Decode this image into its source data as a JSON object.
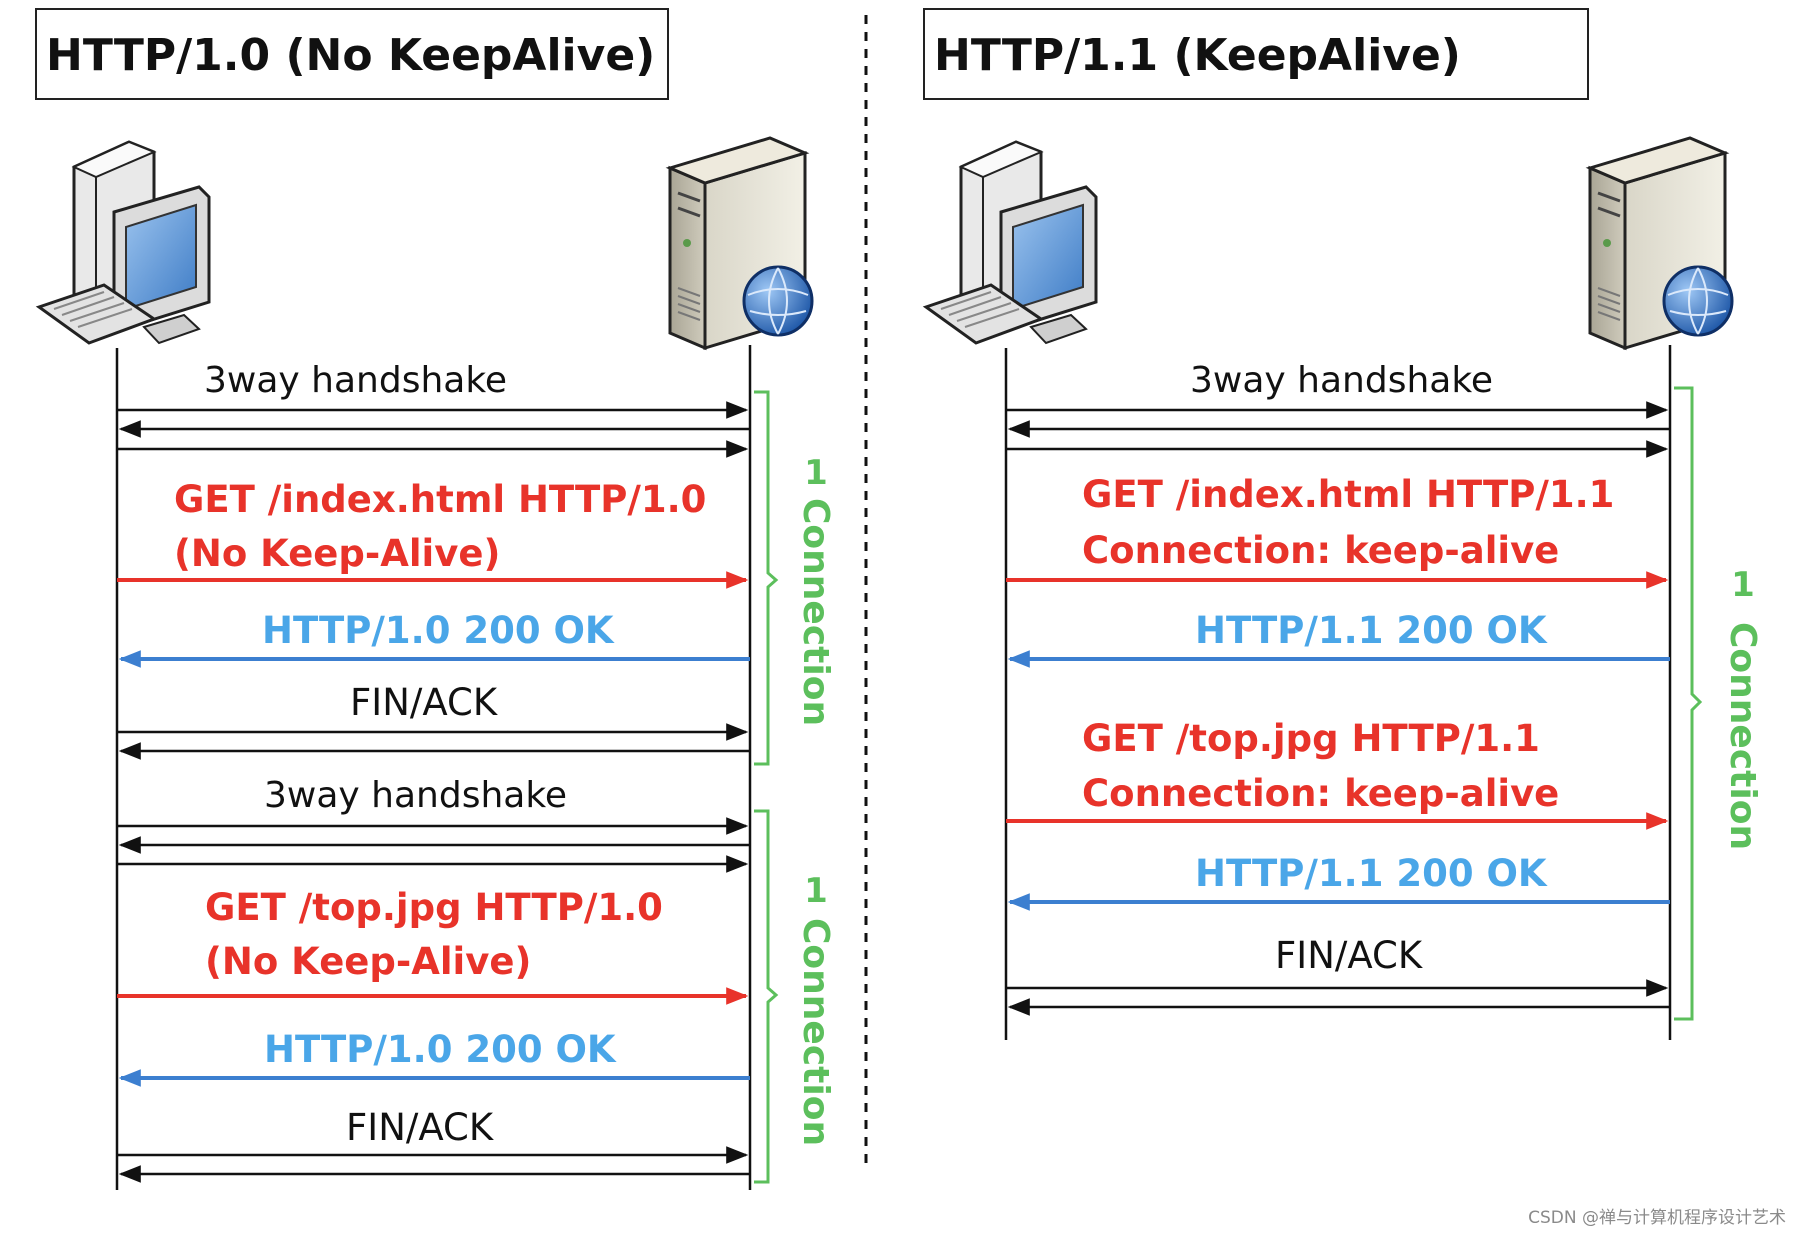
{
  "left": {
    "title": "HTTP/1.0 (No  KeepAlive)",
    "handshake_1": "3way handshake",
    "get_1_line1": "GET /index.html HTTP/1.0",
    "get_1_line2": "(No Keep-Alive)",
    "response_1": "HTTP/1.0  200  OK",
    "fin_1": "FIN/ACK",
    "handshake_2": "3way handshake",
    "get_2_line1": "GET /top.jpg HTTP/1.0",
    "get_2_line2": "(No Keep-Alive)",
    "response_2": "HTTP/1.0  200  OK",
    "fin_2": "FIN/ACK",
    "connection_1_num": "1",
    "connection_1_word": "Connection",
    "connection_2_num": "1",
    "connection_2_word": "Connection"
  },
  "right": {
    "title": "HTTP/1.1 (KeepAlive)",
    "handshake": "3way handshake",
    "get_1_line1": "GET /index.html HTTP/1.1",
    "get_1_line2": "Connection: keep-alive",
    "response_1": "HTTP/1.1  200  OK",
    "get_2_line1": "GET /top.jpg HTTP/1.1",
    "get_2_line2": "Connection: keep-alive",
    "response_2": "HTTP/1.1  200  OK",
    "fin": "FIN/ACK",
    "connection_num": "1",
    "connection_word": "Connection"
  },
  "icons": {
    "client": "desktop-computer-icon",
    "server": "web-server-icon"
  },
  "colors": {
    "request": "#e8332a",
    "response": "#3c7fd0",
    "response_text": "#4aa6e8",
    "connection": "#5cbf5c",
    "plain": "#111111"
  },
  "watermark": "CSDN @禅与计算机程序设计艺术"
}
